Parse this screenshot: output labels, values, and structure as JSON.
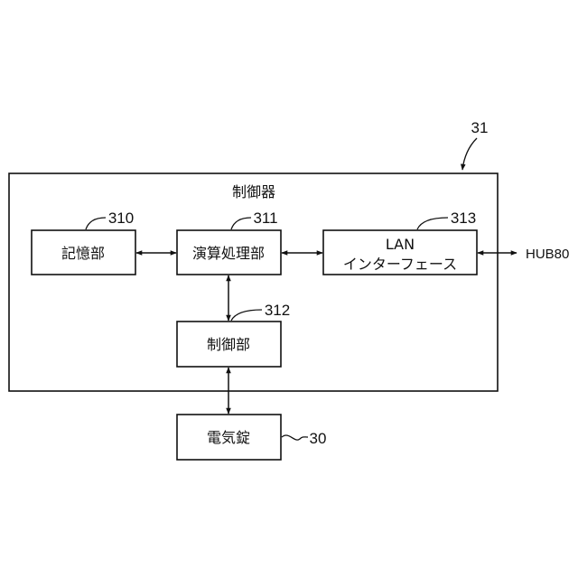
{
  "diagram": {
    "controller": {
      "title": "制御器",
      "ref": "31"
    },
    "blocks": {
      "storage": {
        "label": "記憶部",
        "ref": "310"
      },
      "processor": {
        "label": "演算処理部",
        "ref": "311"
      },
      "lan": {
        "label_line1": "LAN",
        "label_line2": "インターフェース",
        "ref": "313"
      },
      "control": {
        "label": "制御部",
        "ref": "312"
      },
      "lock": {
        "label": "電気錠",
        "ref": "30"
      }
    },
    "external": {
      "hub": "HUB80"
    }
  }
}
